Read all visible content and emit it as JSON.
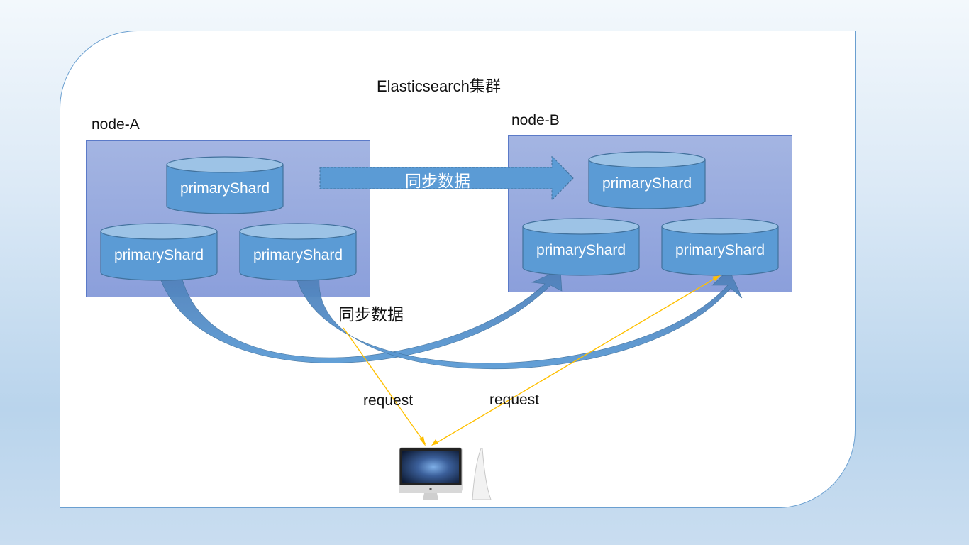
{
  "cluster": {
    "title": "Elasticsearch集群"
  },
  "nodes": [
    {
      "label": "node-A",
      "shards": [
        "primaryShard",
        "primaryShard",
        "primaryShard"
      ]
    },
    {
      "label": "node-B",
      "shards": [
        "primaryShard",
        "primaryShard",
        "primaryShard"
      ]
    }
  ],
  "edges": {
    "sync_top_label": "同步数据",
    "sync_bottom_label": "同步数据",
    "request_left_label": "request",
    "request_right_label": "request"
  },
  "colors": {
    "shard_fill": "#5b9bd5",
    "shard_stroke": "#41719c",
    "node_fill": "#8fa2dc",
    "arrow_fill": "#5b9bd5",
    "request_line": "#ffc000"
  },
  "icons": {
    "client": "imac-computer-icon"
  }
}
